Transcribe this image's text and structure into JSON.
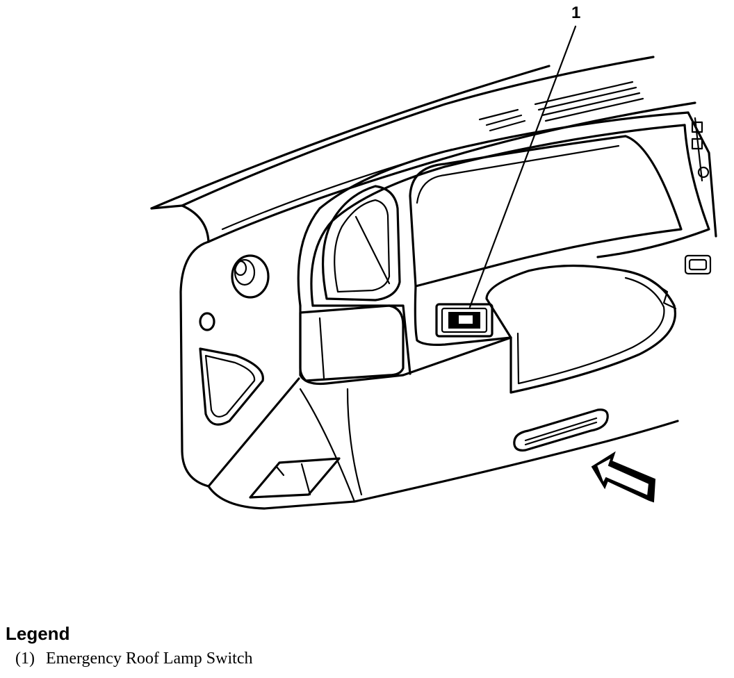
{
  "diagram": {
    "callout": "1",
    "colors": {
      "line": "#000000",
      "background": "#ffffff"
    },
    "components": [
      "instrument-panel",
      "emergency-roof-lamp-switch",
      "view-direction-arrow"
    ]
  },
  "legend": {
    "title": "Legend",
    "items": [
      {
        "number": "(1)",
        "label": "Emergency Roof Lamp Switch"
      }
    ]
  }
}
